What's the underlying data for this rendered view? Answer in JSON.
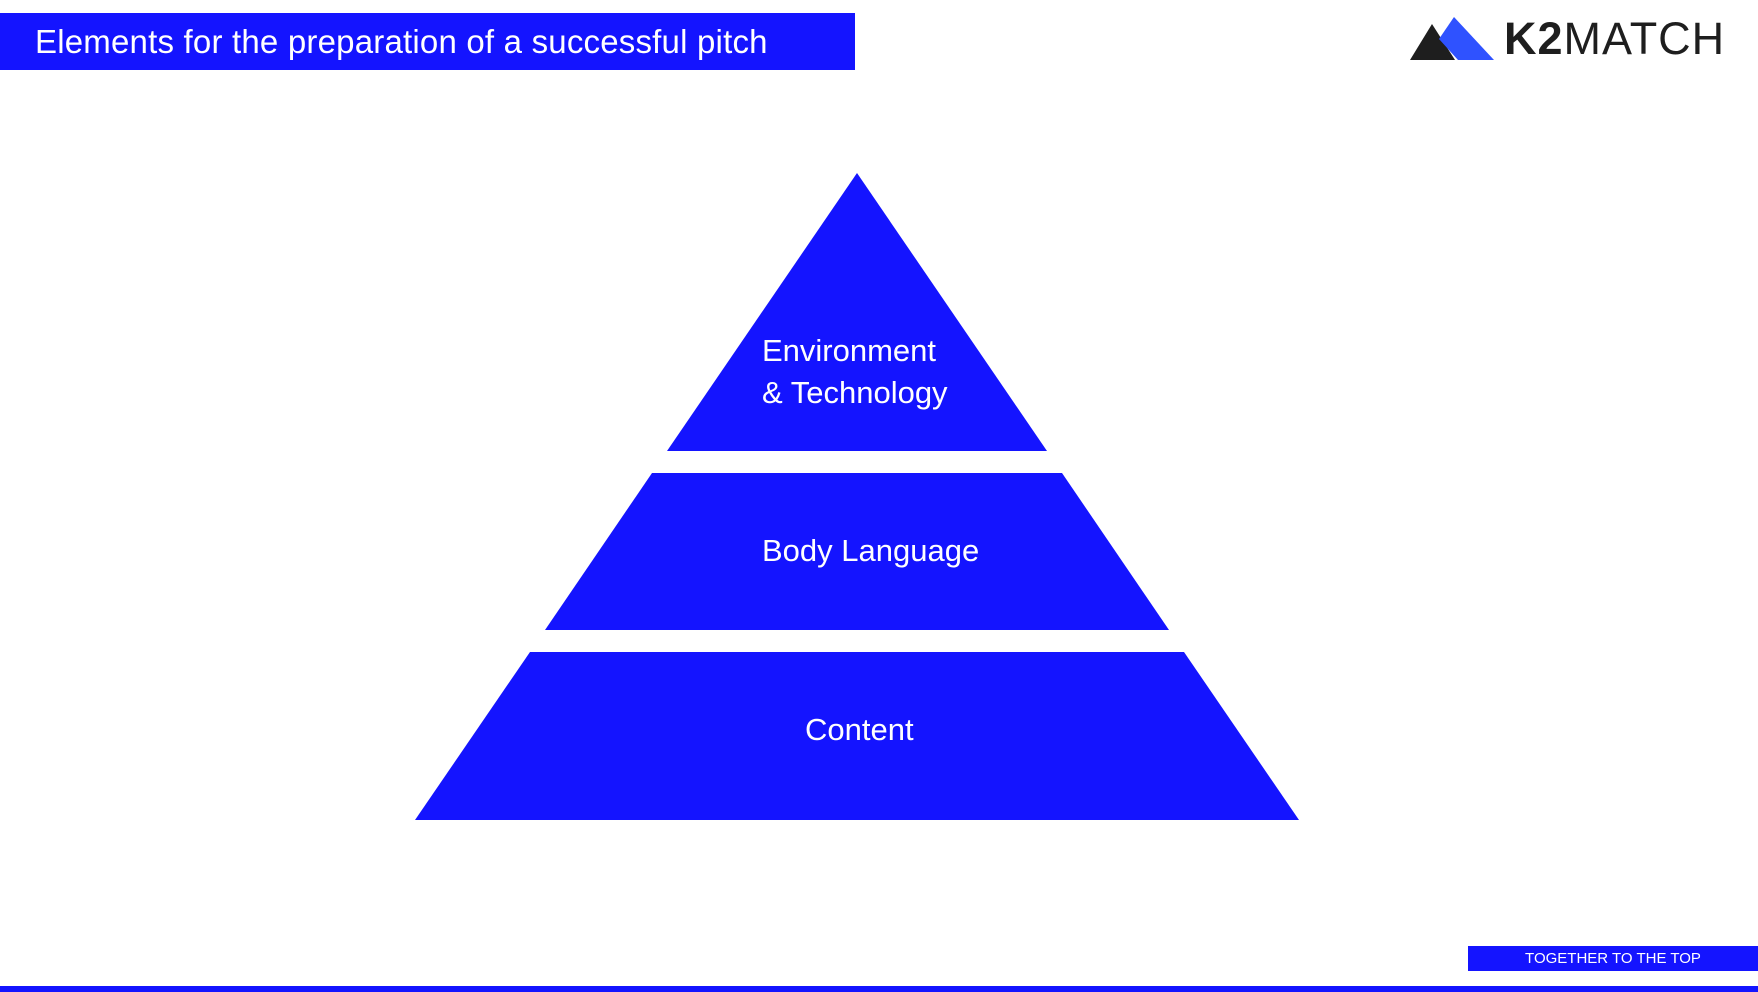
{
  "header": {
    "title": "Elements for the preparation of a successful pitch"
  },
  "logo": {
    "name_bold": "K2",
    "name_regular": "MATCH",
    "mark_icon": "mountain-peaks-icon"
  },
  "pyramid": {
    "tiers": [
      {
        "line1": "Environment",
        "line2": "& Technology"
      },
      {
        "label": "Body Language"
      },
      {
        "label": "Content"
      }
    ]
  },
  "footer": {
    "tagline": "TOGETHER TO THE TOP"
  },
  "colors": {
    "accent": "#1414ff",
    "logo_dark": "#1e1e1e",
    "logo_accent": "#2f52ff",
    "background": "#ffffff"
  }
}
